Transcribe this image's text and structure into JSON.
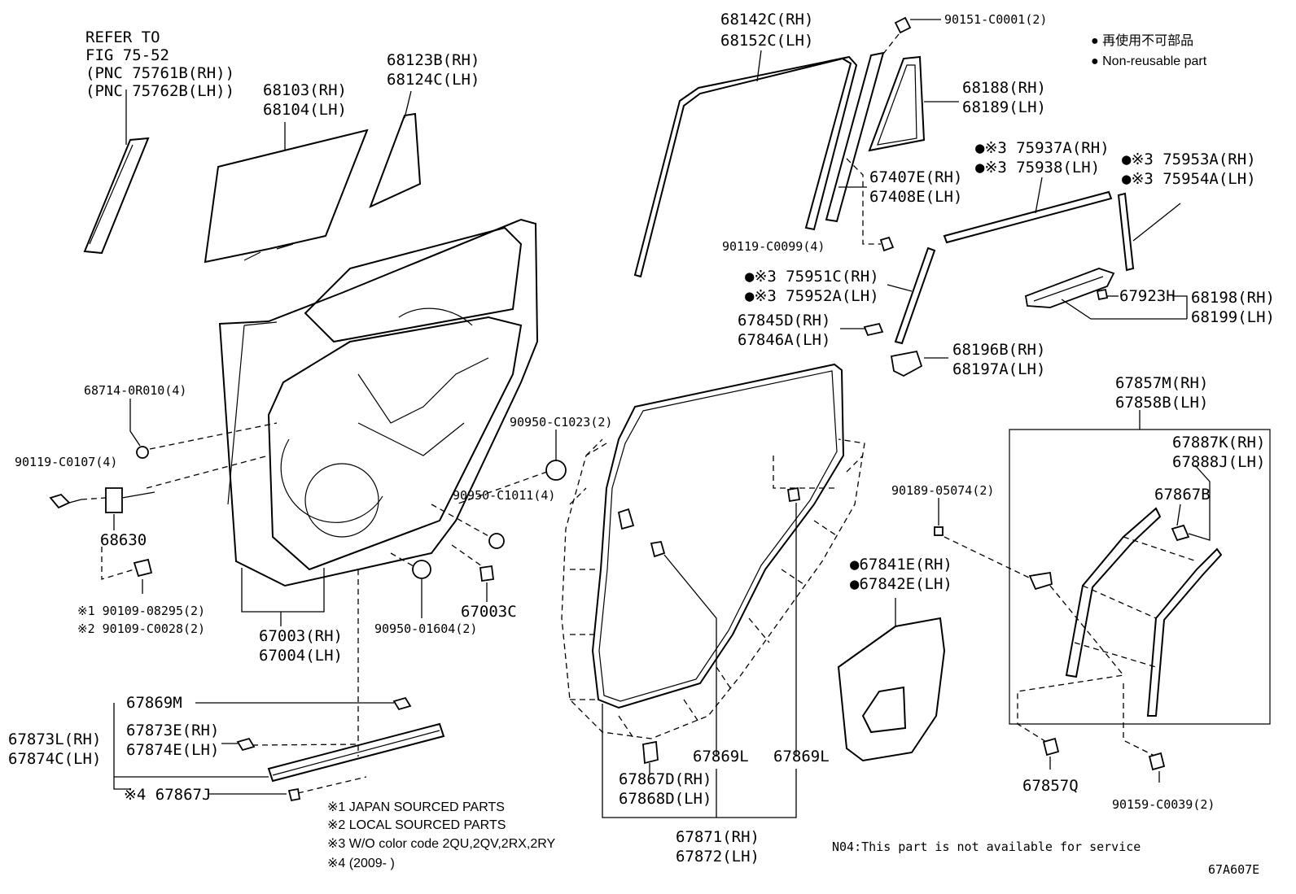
{
  "refer": [
    "REFER TO",
    "FIG 75-52",
    "(PNC 75761B(RH))",
    "(PNC 75762B(LH))"
  ],
  "legend": {
    "jp": "再使用不可部品",
    "en": "Non-reusable part",
    "dot": "●"
  },
  "parts": {
    "p68103": [
      "68103(RH)",
      "68104(LH)"
    ],
    "p68123": [
      "68123B(RH)",
      "68124C(LH)"
    ],
    "p68142": [
      "68142C(RH)",
      "68152C(LH)"
    ],
    "p90151": "90151-C0001(2)",
    "p68188": [
      "68188(RH)",
      "68189(LH)"
    ],
    "p75937": [
      "●※3 75937A(RH)",
      "●※3 75938(LH)"
    ],
    "p75953": [
      "●※3 75953A(RH)",
      "●※3 75954A(LH)"
    ],
    "p67407": [
      "67407E(RH)",
      "67408E(LH)"
    ],
    "p90119a": "90119-C0099(4)",
    "p75951": [
      "●※3 75951C(RH)",
      "●※3 75952A(LH)"
    ],
    "p67845": [
      "67845D(RH)",
      "67846A(LH)"
    ],
    "p67923": "67923H",
    "p68198": [
      "68198(RH)",
      "68199(LH)"
    ],
    "p68196": [
      "68196B(RH)",
      "68197A(LH)"
    ],
    "p68714": "68714-0R010(4)",
    "p90119b": "90119-C0107(4)",
    "p68630": "68630",
    "p90109": [
      "※1 90109-08295(2)",
      "※2 90109-C0028(2)"
    ],
    "p67003": [
      "67003(RH)",
      "67004(LH)"
    ],
    "p90950a": "90950-01604(2)",
    "p67003c": "67003C",
    "p90950b": "90950-C1023(2)",
    "p90950c": "90950-C1011(4)",
    "p67857": [
      "67857M(RH)",
      "67858B(LH)"
    ],
    "p67887": [
      "67887K(RH)",
      "67888J(LH)"
    ],
    "p67867b": "67867B",
    "p90189": "90189-05074(2)",
    "p67841": [
      "●67841E(RH)",
      "●67842E(LH)"
    ],
    "p67869m": "67869M",
    "p67873l": [
      "67873L(RH)",
      "67874C(LH)"
    ],
    "p67873e": [
      "67873E(RH)",
      "67874E(LH)"
    ],
    "p67867j": "※4 67867J",
    "p67869l1": "67869L",
    "p67869l2": "67869L",
    "p67867d": [
      "67867D(RH)",
      "67868D(LH)"
    ],
    "p67871": [
      "67871(RH)",
      "67872(LH)"
    ],
    "p67857q": "67857Q",
    "p90159": "90159-C0039(2)"
  },
  "notes": [
    "※1  JAPAN SOURCED PARTS",
    "※2  LOCAL SOURCED PARTS",
    "※3  W/O color code 2QU,2QV,2RX,2RY",
    "※4  (2009-      )"
  ],
  "n04": "N04:This part is not available for service",
  "fig_id": "67A607E"
}
